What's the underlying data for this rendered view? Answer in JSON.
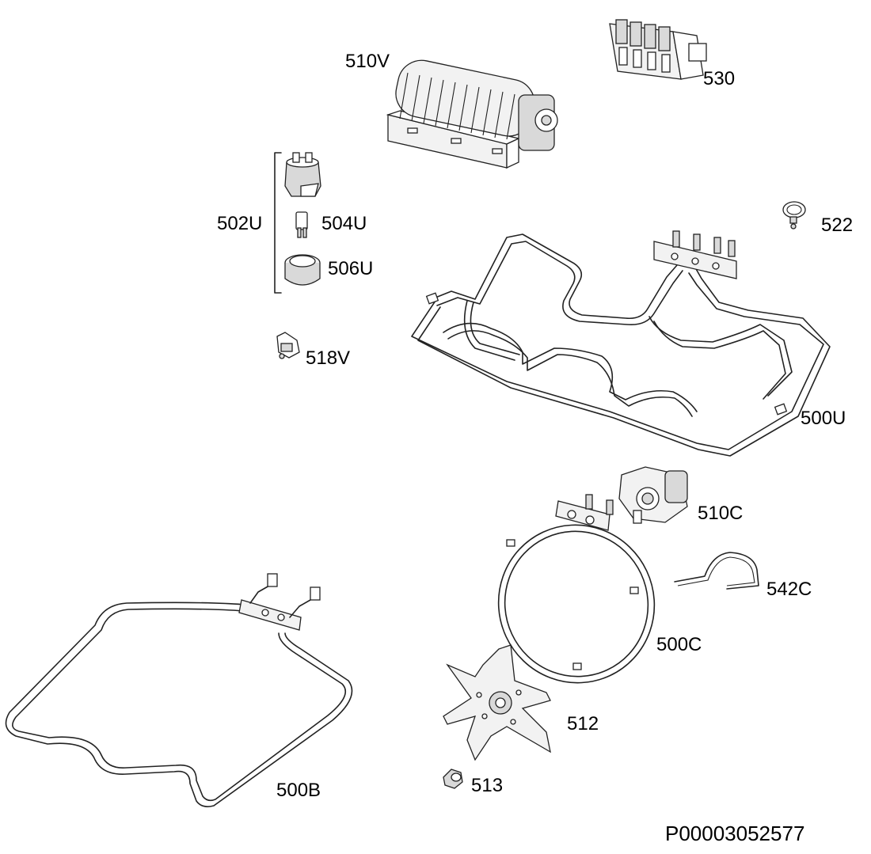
{
  "diagram": {
    "parts": [
      {
        "id": "510V",
        "label": "510V",
        "icon": "tangential-fan-icon"
      },
      {
        "id": "530",
        "label": "530",
        "icon": "terminal-block-icon"
      },
      {
        "id": "502U",
        "label": "502U",
        "icon": "lamp-assembly-bracket-icon"
      },
      {
        "id": "504U",
        "label": "504U",
        "icon": "lamp-bulb-icon"
      },
      {
        "id": "506U",
        "label": "506U",
        "icon": "lamp-cover-icon"
      },
      {
        "id": "522",
        "label": "522",
        "icon": "clip-icon"
      },
      {
        "id": "518V",
        "label": "518V",
        "icon": "thermostat-clip-icon"
      },
      {
        "id": "500U",
        "label": "500U",
        "icon": "top-heating-element-icon"
      },
      {
        "id": "510C",
        "label": "510C",
        "icon": "fan-motor-icon"
      },
      {
        "id": "542C",
        "label": "542C",
        "icon": "spring-clip-icon"
      },
      {
        "id": "500C",
        "label": "500C",
        "icon": "circular-heating-element-icon"
      },
      {
        "id": "512",
        "label": "512",
        "icon": "fan-blade-icon"
      },
      {
        "id": "513",
        "label": "513",
        "icon": "nut-icon"
      },
      {
        "id": "500B",
        "label": "500B",
        "icon": "bottom-heating-element-icon"
      }
    ],
    "document_code": "P00003052577"
  }
}
